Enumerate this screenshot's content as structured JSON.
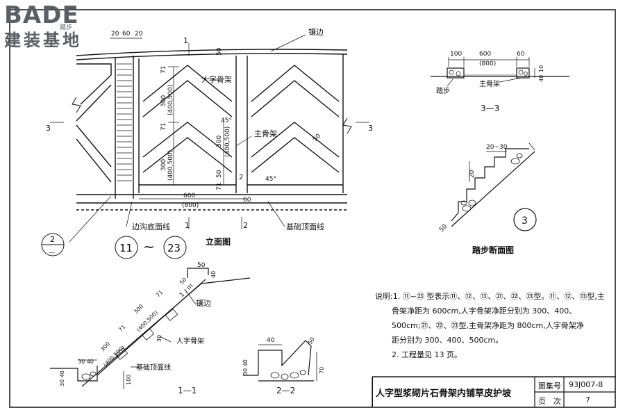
{
  "logo": {
    "main": "BADE",
    "sub": "建装基地",
    "small": "踏步"
  },
  "elevation": {
    "dims_top": [
      "20",
      "60",
      "20"
    ],
    "section_1": "1",
    "edge_label": "镶边",
    "dim_50": "50",
    "herringbone_label": "人字骨架",
    "dim_300": "300",
    "dim_300_alt": "(400,500)",
    "dim_71": "71",
    "angle_45": "45°",
    "main_frame_label": "主骨架",
    "dim_600": "600",
    "dim_800": "(800)",
    "dim_60": "60",
    "section_3": "3",
    "section_2": "2",
    "ditch_label": "边沟底面线",
    "foundation_label": "基础顶面线",
    "detail_ref_top": "2",
    "detail_ref_bottom": "—",
    "type_range_start": "11",
    "type_range_tilde": "~",
    "type_range_end": "23",
    "title": "立面图"
  },
  "section33": {
    "dims": [
      "100",
      "600",
      "60"
    ],
    "dim_800": "(800)",
    "side_dims": [
      "40",
      "10"
    ],
    "step_label": "踏步",
    "main_frame_label": "主骨架",
    "title": "3—3"
  },
  "stepdetail": {
    "dim_top": "20~30",
    "dim_20": "20",
    "dim_50": "50",
    "ref": "3",
    "title": "踏步断面图"
  },
  "section11": {
    "dim_50": "50",
    "dim_40": "40",
    "slope": "1 : m",
    "edge_label": "镶边",
    "herringbone_label": "人字骨架",
    "foundation_label": "基础顶面线",
    "dim_300": "300",
    "dim_300_alt": "(400,500)",
    "dim_71": "71",
    "dim_30": "30",
    "dim_30_40": "30 40",
    "dim_40_30": "30 40",
    "dim_100": "100",
    "title": "1—1"
  },
  "section22": {
    "dim_40": "40",
    "dim_30_40": "30 40",
    "dim_50": "50",
    "dim_70": "70",
    "title": "2—2"
  },
  "notes": {
    "line1": "说明:1. ⑪~㉓ 型表示⑪、⑫、⑬、㉑、㉒、㉓型。⑪、⑫、⑬型,主",
    "line2": "骨架净距为 600cm,人字骨架净距分别为 300、400、",
    "line3": "500cm;㉑、㉒、㉓型,主骨架净距为 800cm,人字骨架净",
    "line4": "距分别为 300、400、500cm。",
    "line5": "2. 工程量见 13 页。"
  },
  "titleblock": {
    "title": "人字型浆砌片石骨架内铺草皮护坡",
    "atlas_label": "图集号",
    "atlas_value": "93J007-8",
    "page_label": "页　次",
    "page_value": "7"
  }
}
